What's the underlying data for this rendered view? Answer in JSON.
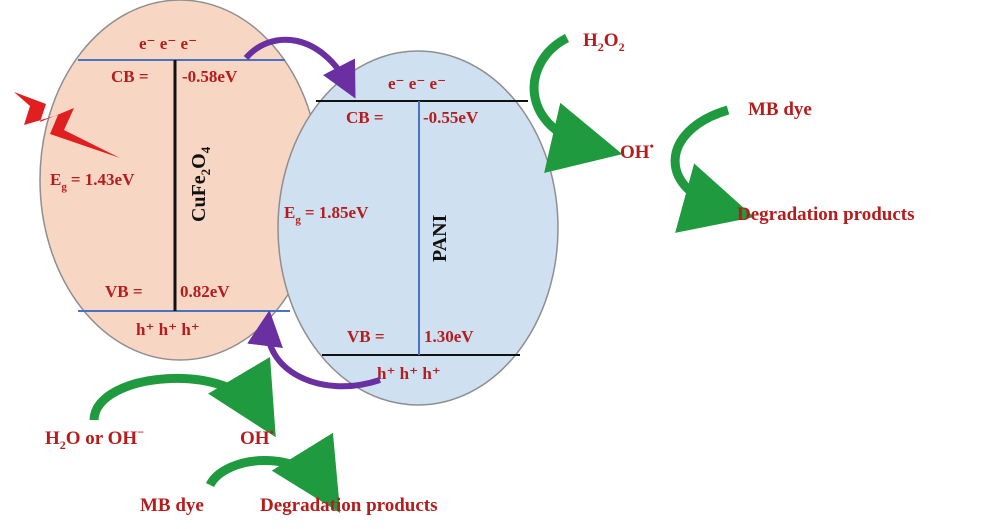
{
  "colors": {
    "label_red": "#b71c1c",
    "cufe2o4_fill": "#f7d7c4",
    "pani_fill": "#cfe0f1",
    "band_blue": "#4a72c4",
    "arrow_green": "#1f9a3f",
    "arrow_purple": "#6a2fa0",
    "lightning": "#e02020"
  },
  "icons": [
    "lightning-bolt-icon",
    "curved-arrow-icon"
  ],
  "cufe2o4": {
    "name_base": "CuFe",
    "name_sub1": "2",
    "name_mid": "O",
    "name_sub2": "4",
    "electrons": "e⁻ e⁻ e⁻",
    "cb_label": "CB =",
    "cb_value": "-0.58eV",
    "eg_main": "E",
    "eg_sub": "g",
    "eg_value": "= 1.43eV",
    "vb_label": "VB =",
    "vb_value": "0.82eV",
    "holes": "h⁺ h⁺ h⁺"
  },
  "pani": {
    "name": "PANI",
    "electrons": "e⁻ e⁻ e⁻",
    "cb_label": "CB =",
    "cb_value": "-0.55eV",
    "eg_main": "E",
    "eg_sub": "g",
    "eg_value": "= 1.85eV",
    "vb_label": "VB =",
    "vb_value": "1.30eV",
    "holes": "h⁺ h⁺ h⁺"
  },
  "right_reactions": {
    "h2o2_main": "H",
    "h2o2_sub1": "2",
    "h2o2_mid": "O",
    "h2o2_sub2": "2",
    "oh_radical": "OH",
    "oh_dot": "•",
    "mb_dye": "MB dye",
    "products": "Degradation products"
  },
  "bottom_reactions": {
    "water_main": "H",
    "water_sub": "2",
    "water_rest": "O or OH",
    "water_minus": "−",
    "oh_radical": "OH",
    "oh_dot": "•",
    "mb_dye": "MB dye",
    "products": "Degradation products"
  }
}
